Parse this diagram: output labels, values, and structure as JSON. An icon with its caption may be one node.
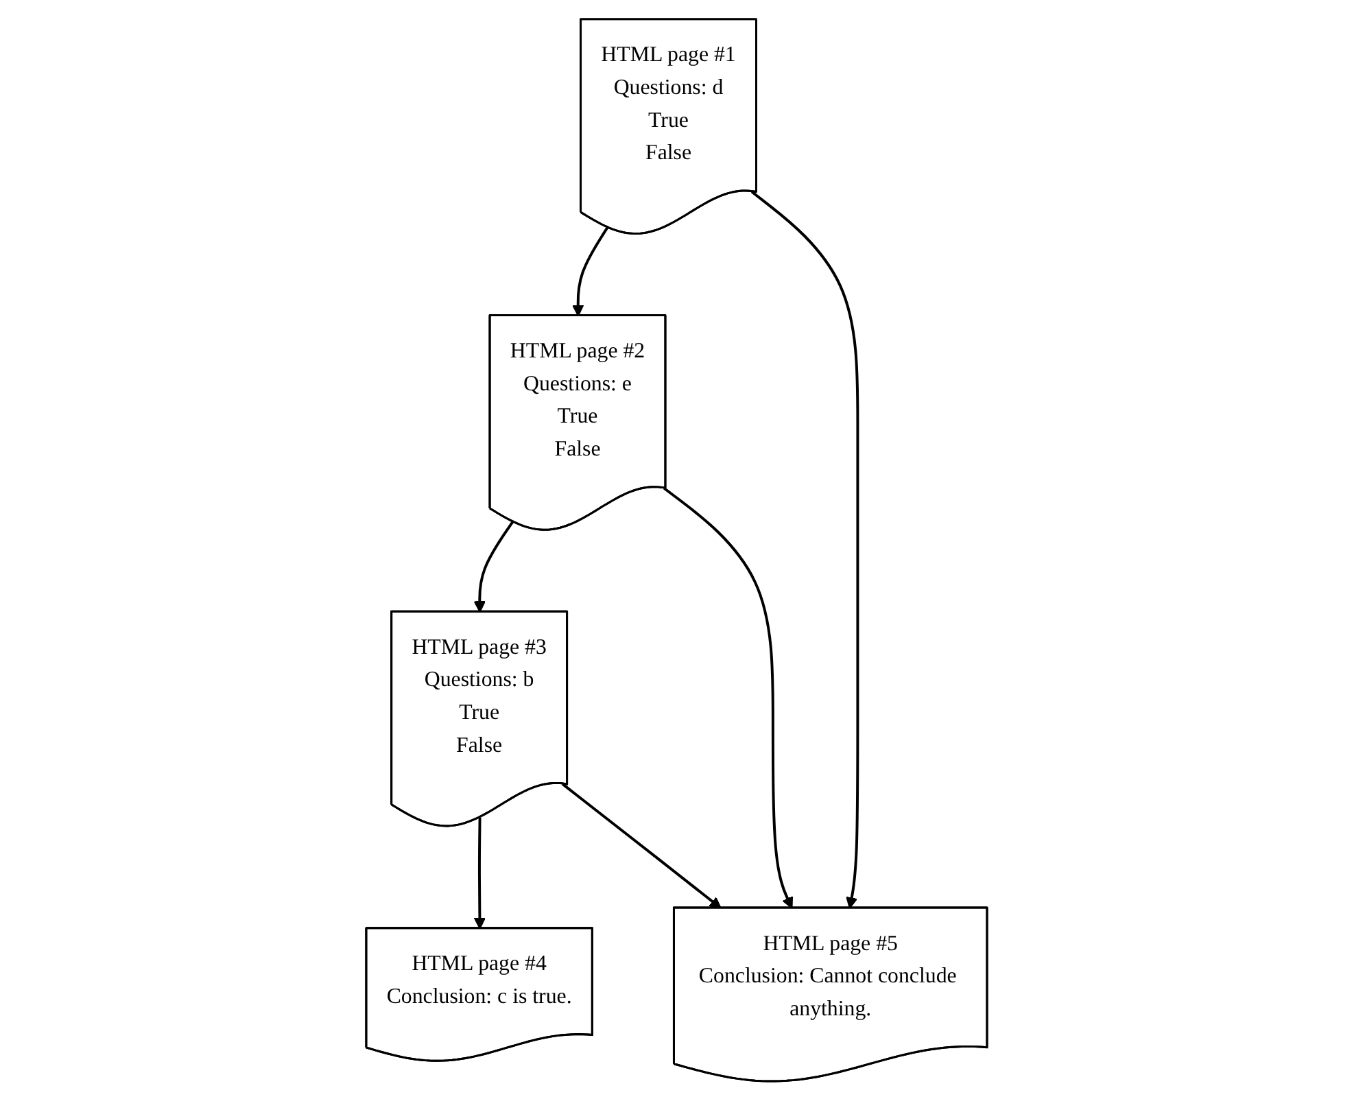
{
  "diagram": {
    "nodes": [
      {
        "text": [
          "HTML page #1",
          "Questions: d",
          "True",
          "False"
        ]
      },
      {
        "text": [
          "HTML page #2",
          "Questions: e",
          "True",
          "False"
        ]
      },
      {
        "text": [
          "HTML page #3",
          "Questions: b",
          "True",
          "False"
        ]
      },
      {
        "text": [
          "HTML page #4",
          "Conclusion: c is true."
        ]
      },
      {
        "text": [
          "HTML page #5",
          "Conclusion: Cannot conclude anything."
        ]
      }
    ],
    "edges": [
      {
        "from": 0,
        "to": 1,
        "arrow": "to"
      },
      {
        "from": 0,
        "to": 4,
        "arrow": "to"
      },
      {
        "from": 1,
        "to": 2,
        "arrow": "to"
      },
      {
        "from": 1,
        "to": 4,
        "arrow": "to"
      },
      {
        "from": 2,
        "to": 3,
        "arrow": "to"
      },
      {
        "from": 2,
        "to": 4,
        "arrow": "to"
      }
    ]
  }
}
